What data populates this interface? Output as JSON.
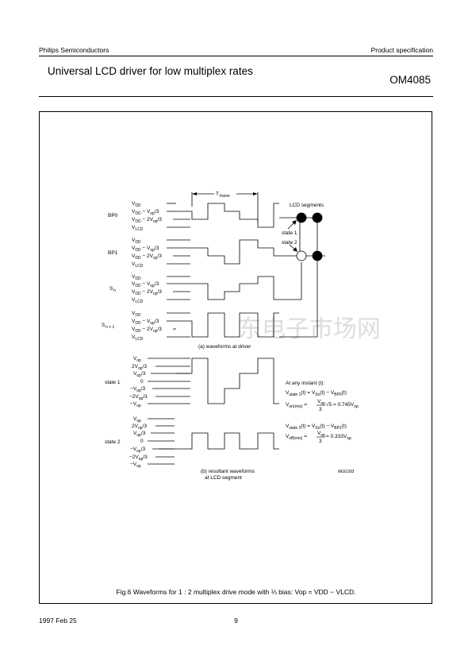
{
  "header": {
    "company": "Philips Semiconductors",
    "doc_type": "Product specification"
  },
  "title": "Universal LCD driver for low multiplex rates",
  "part_number": "OM4085",
  "figure": {
    "t_frame": "T",
    "t_frame_sub": "frame",
    "lcd_segments": "LCD segments",
    "state1": "state 1",
    "state2": "state 2",
    "caption_a": "(a) waveforms at driver",
    "caption_b1": "(b) resultant waveforms",
    "caption_b2": "at LCD segment",
    "code": "MGG393",
    "row_labels": {
      "bp0": "BP0",
      "bp1": "BP1",
      "sn": "S",
      "sn_sub": "n",
      "sn1": "S",
      "sn1_sub": "n + 1",
      "state1": "state 1",
      "state2": "state 2"
    },
    "at_instant": "At any instant (t):",
    "watermark": "东电子市场网"
  },
  "caption": "Fig.6 Waveforms for 1 : 2 multiplex drive mode with ⅓ bias: Vop = VDD − VLCD.",
  "footer": {
    "date": "1997 Feb 25",
    "page": "9"
  }
}
